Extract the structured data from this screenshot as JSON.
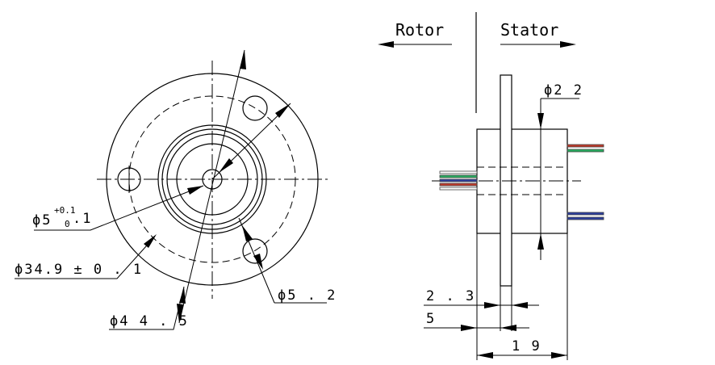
{
  "sections": {
    "rotor": "Rotor",
    "stator": "Stator"
  },
  "dimensions": {
    "bore_symbol": "ϕ",
    "bore_value": "5",
    "bore_tol_upper": "+0.1",
    "bore_tol_lower": "0",
    "bore_tol_trail": ".1",
    "mid_circle": "ϕ34.9 ± 0 . 1",
    "outer_circle": "ϕ4 4 . 5",
    "mount_hole": "ϕ5 . 2",
    "stator_dia": "ϕ2 2",
    "flange_thk": "2 . 3",
    "flange_pos": "5",
    "length": "1 9"
  },
  "colors": {
    "line": "#000000",
    "wire_red": "#c0392b",
    "wire_green": "#27ae60",
    "wire_blue": "#2c3e9e"
  }
}
